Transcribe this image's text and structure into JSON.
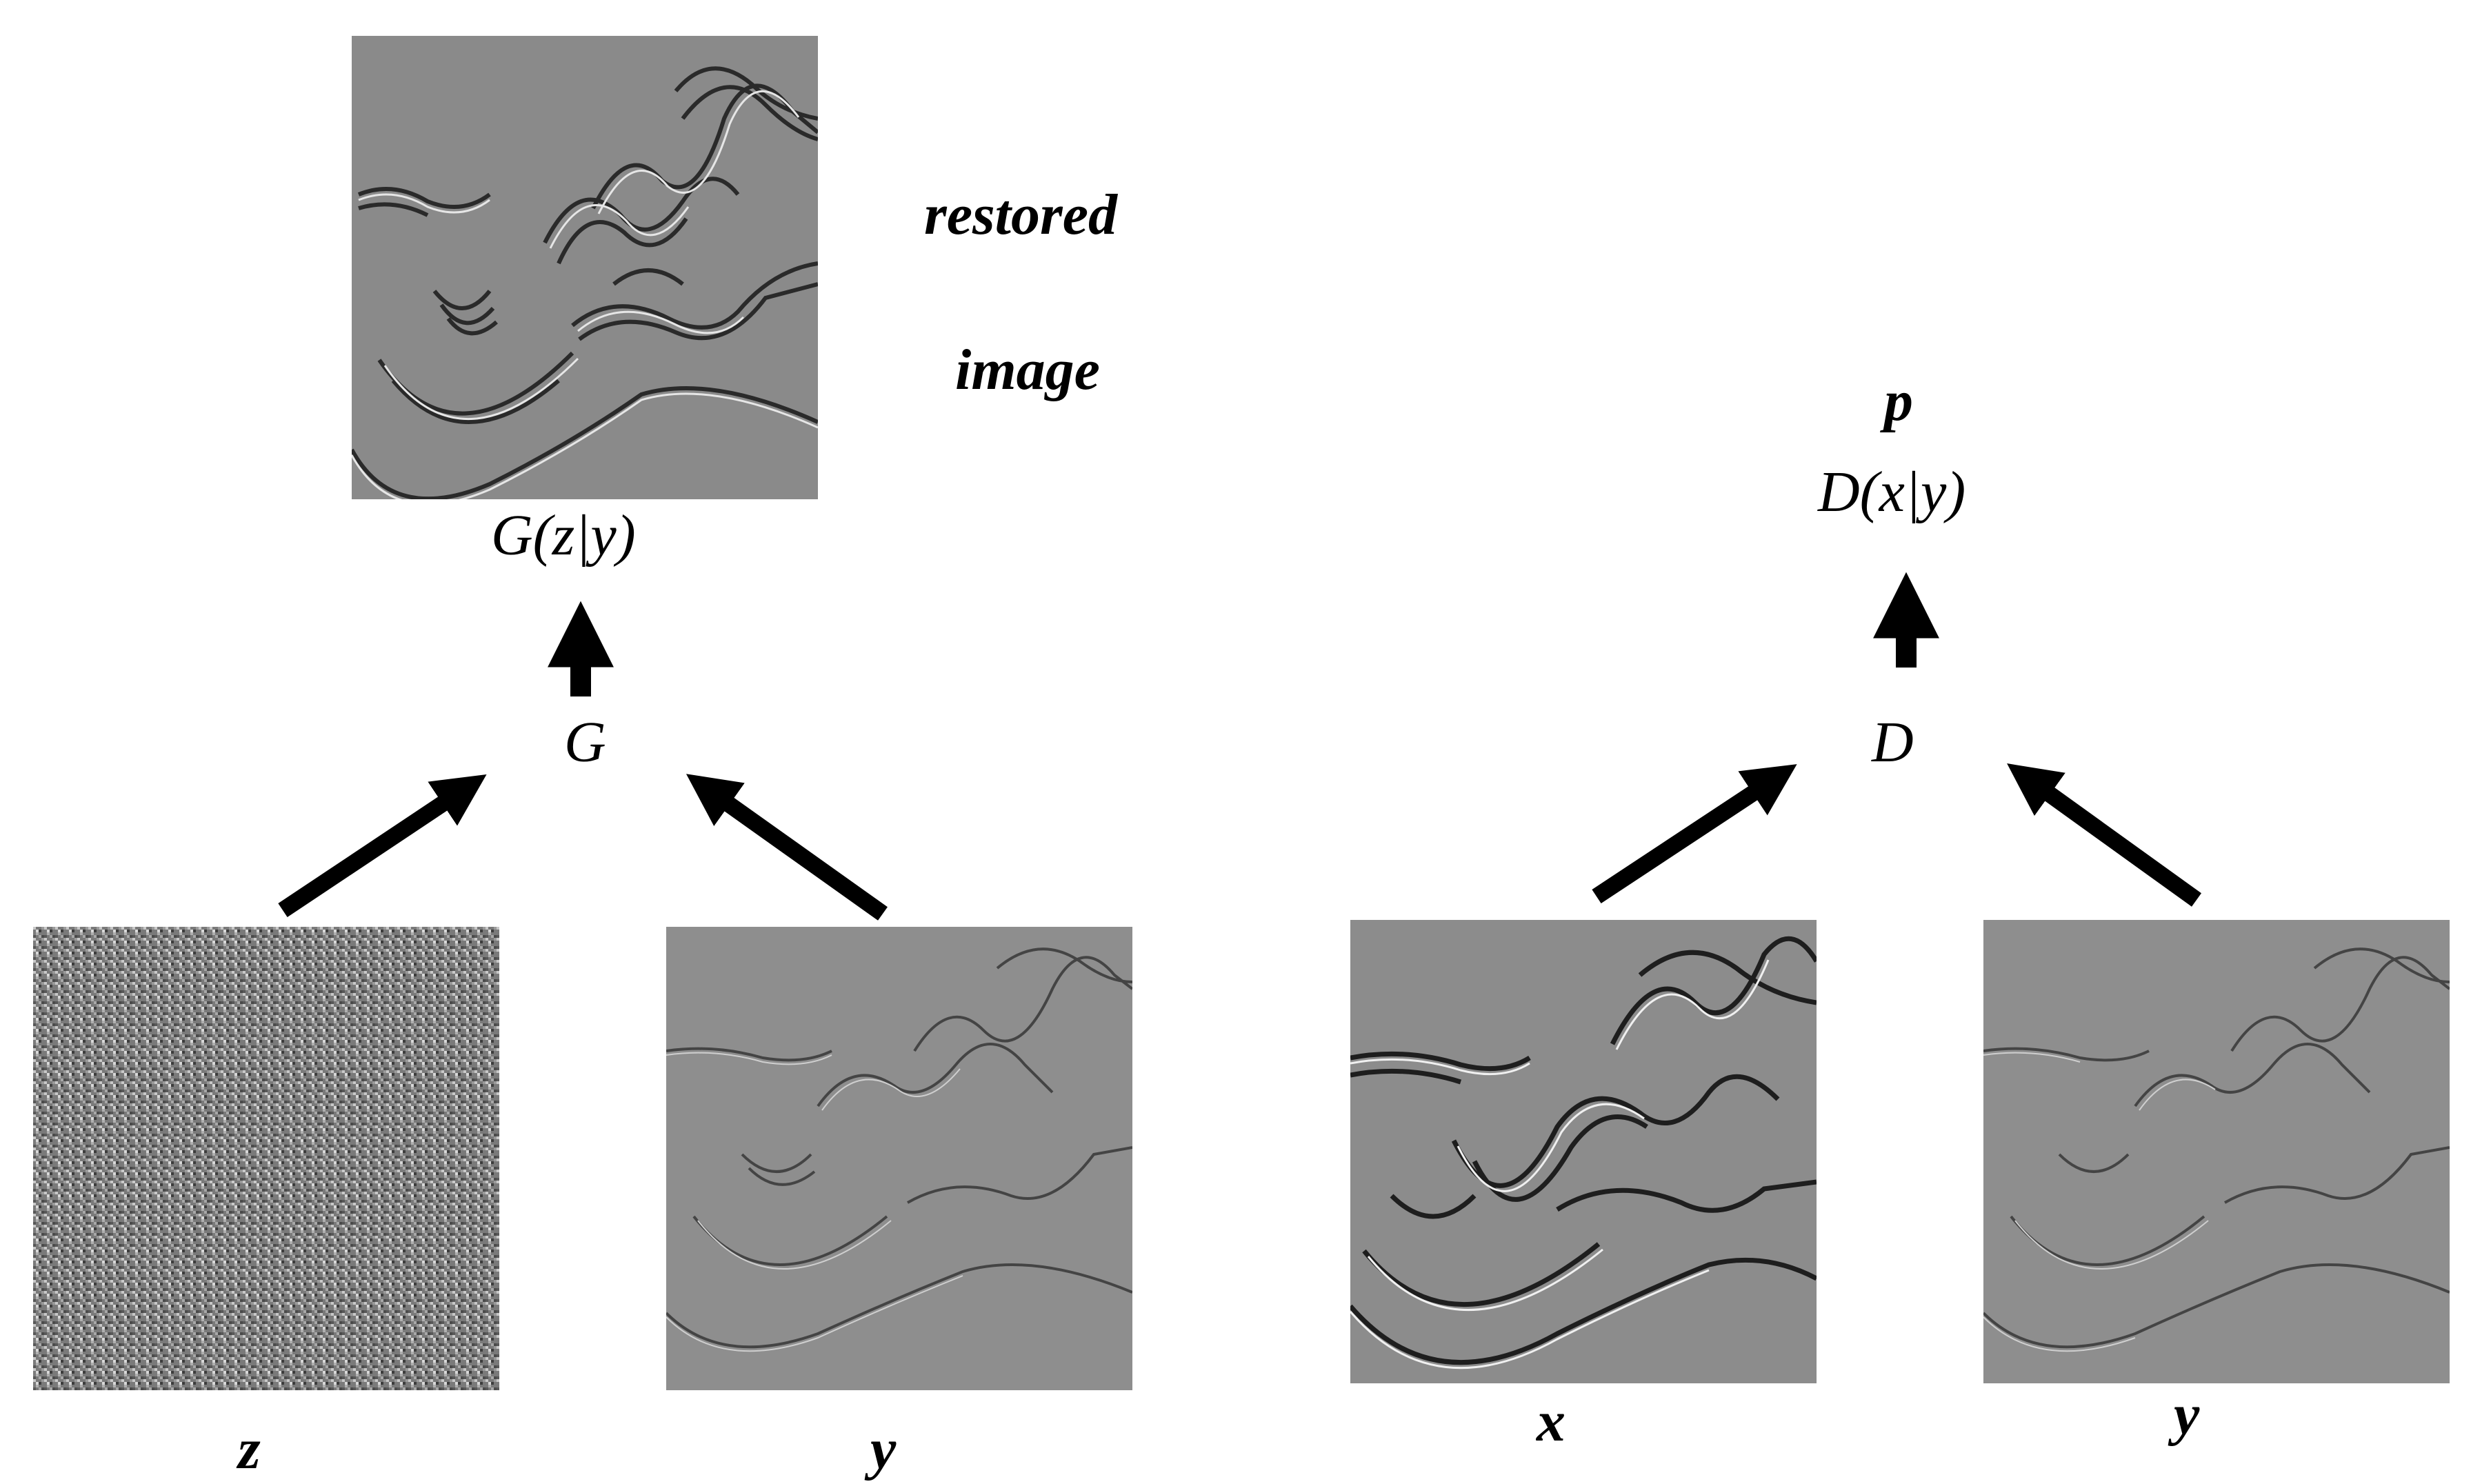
{
  "generator": {
    "output_label": "G(z|y)",
    "caption_line1": "restored",
    "caption_line2": "image",
    "node_label": "G",
    "input_noise_label": "z",
    "input_condition_label": "y"
  },
  "discriminator": {
    "output_line1": "p",
    "output_line2": "D(x|y)",
    "node_label": "D",
    "input_real_label": "x",
    "input_condition_label": "y"
  },
  "colors": {
    "panel_gray": "#888888",
    "arrow": "#000000",
    "text": "#000000"
  }
}
